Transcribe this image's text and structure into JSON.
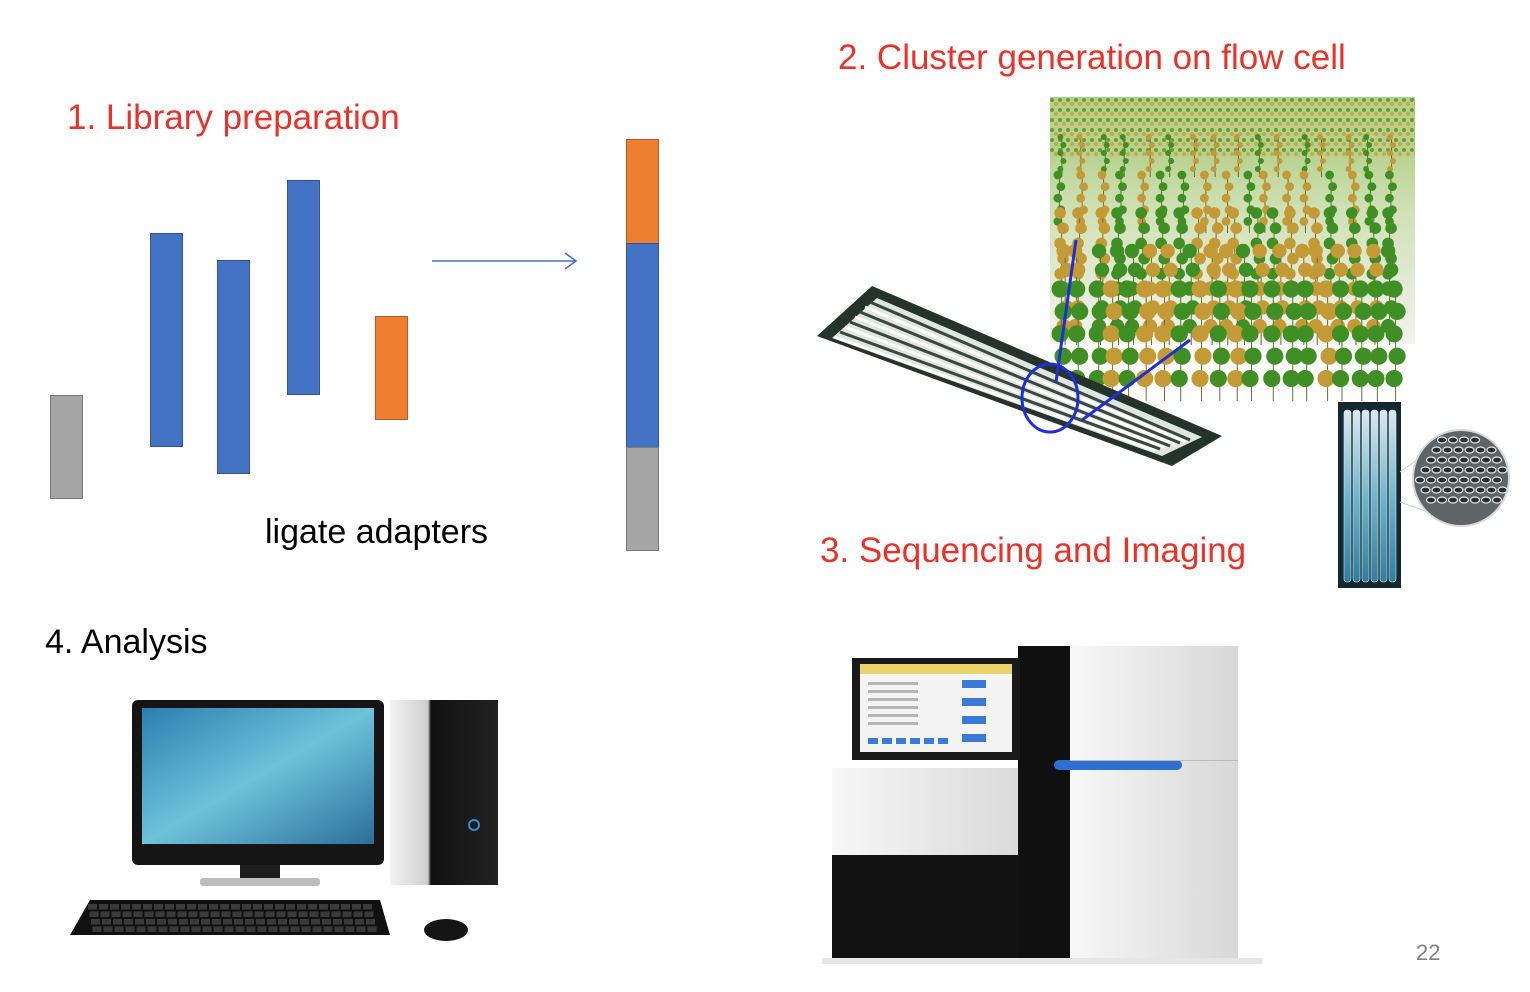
{
  "slide": {
    "step1_title": "1. Library preparation",
    "step2_title": "2. Cluster generation on flow cell",
    "step3_title": "3. Sequencing and Imaging",
    "step4_title": "4. Analysis",
    "ligate_label": "ligate adapters",
    "page_number": "22"
  },
  "colors": {
    "title_red": "#e8332a",
    "fragment_blue": "#4472c4",
    "adapter_orange": "#ed7d31",
    "adapter_gray": "#a5a5a5",
    "arrow_blue": "#4472c4",
    "zoom_blue": "#1f2fd6"
  },
  "icons": {
    "flow_cell": "flow-cell-illustration",
    "clusters": "dna-cluster-illustration",
    "flow_cell_closeup": "flow-cell-closeup-illustration",
    "computer": "desktop-computer-illustration",
    "sequencer": "sequencer-machine-illustration"
  }
}
